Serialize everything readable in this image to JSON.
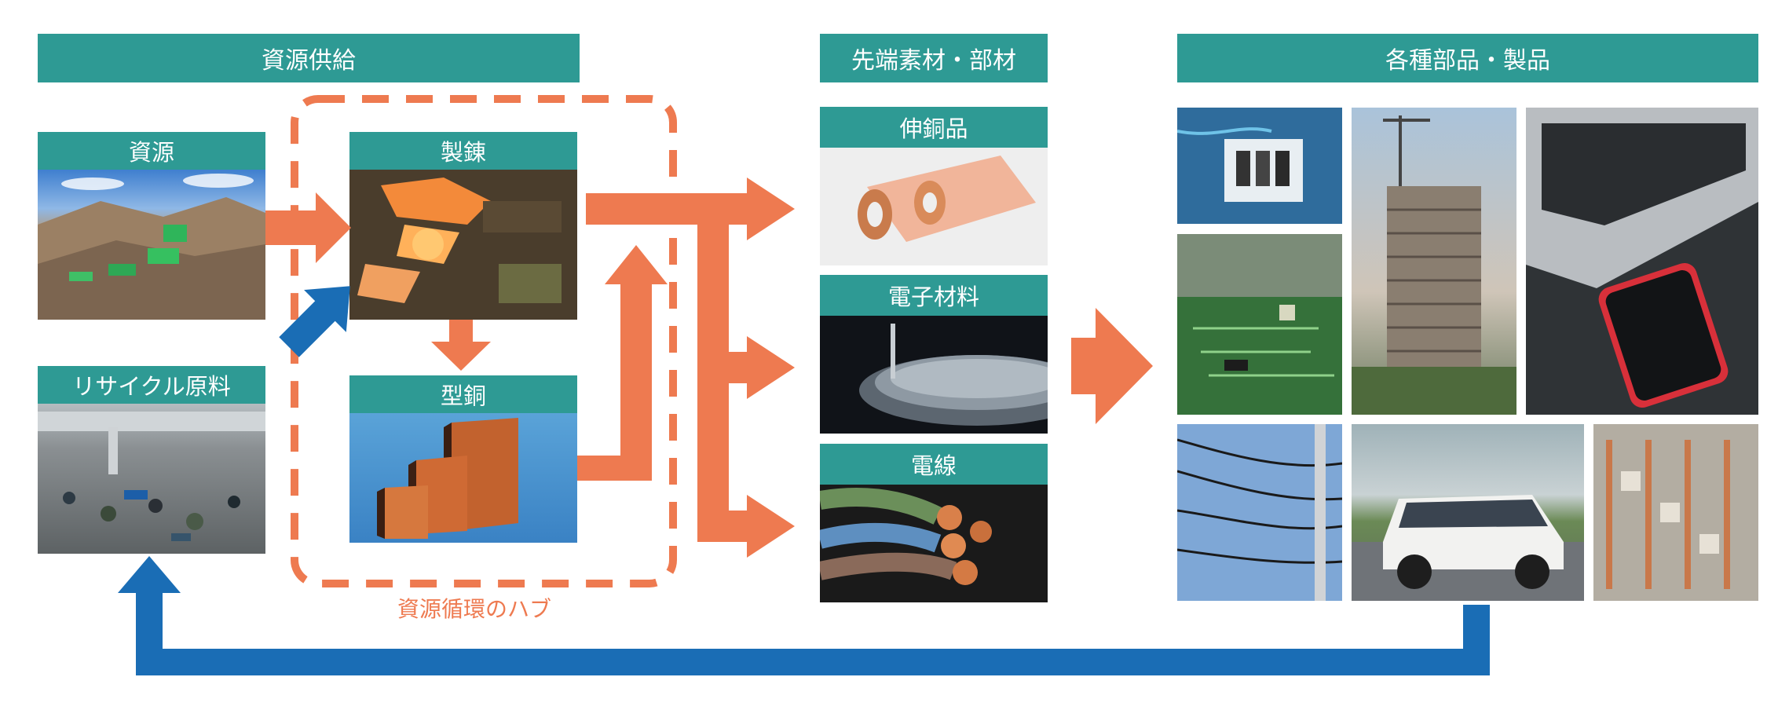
{
  "headers": {
    "supply": "資源供給",
    "advanced": "先端素材・部材",
    "products": "各種部品・製品"
  },
  "nodes": {
    "resource": "資源",
    "recycle": "リサイクル原料",
    "smelting": "製錬",
    "cast_copper": "型銅",
    "rolled_copper": "伸銅品",
    "electronic_materials": "電子材料",
    "wire": "電線"
  },
  "hub_caption": "資源循環のハブ",
  "colors": {
    "teal": "#2e9a94",
    "orange": "#ee7a50",
    "blue": "#1a6db5"
  }
}
